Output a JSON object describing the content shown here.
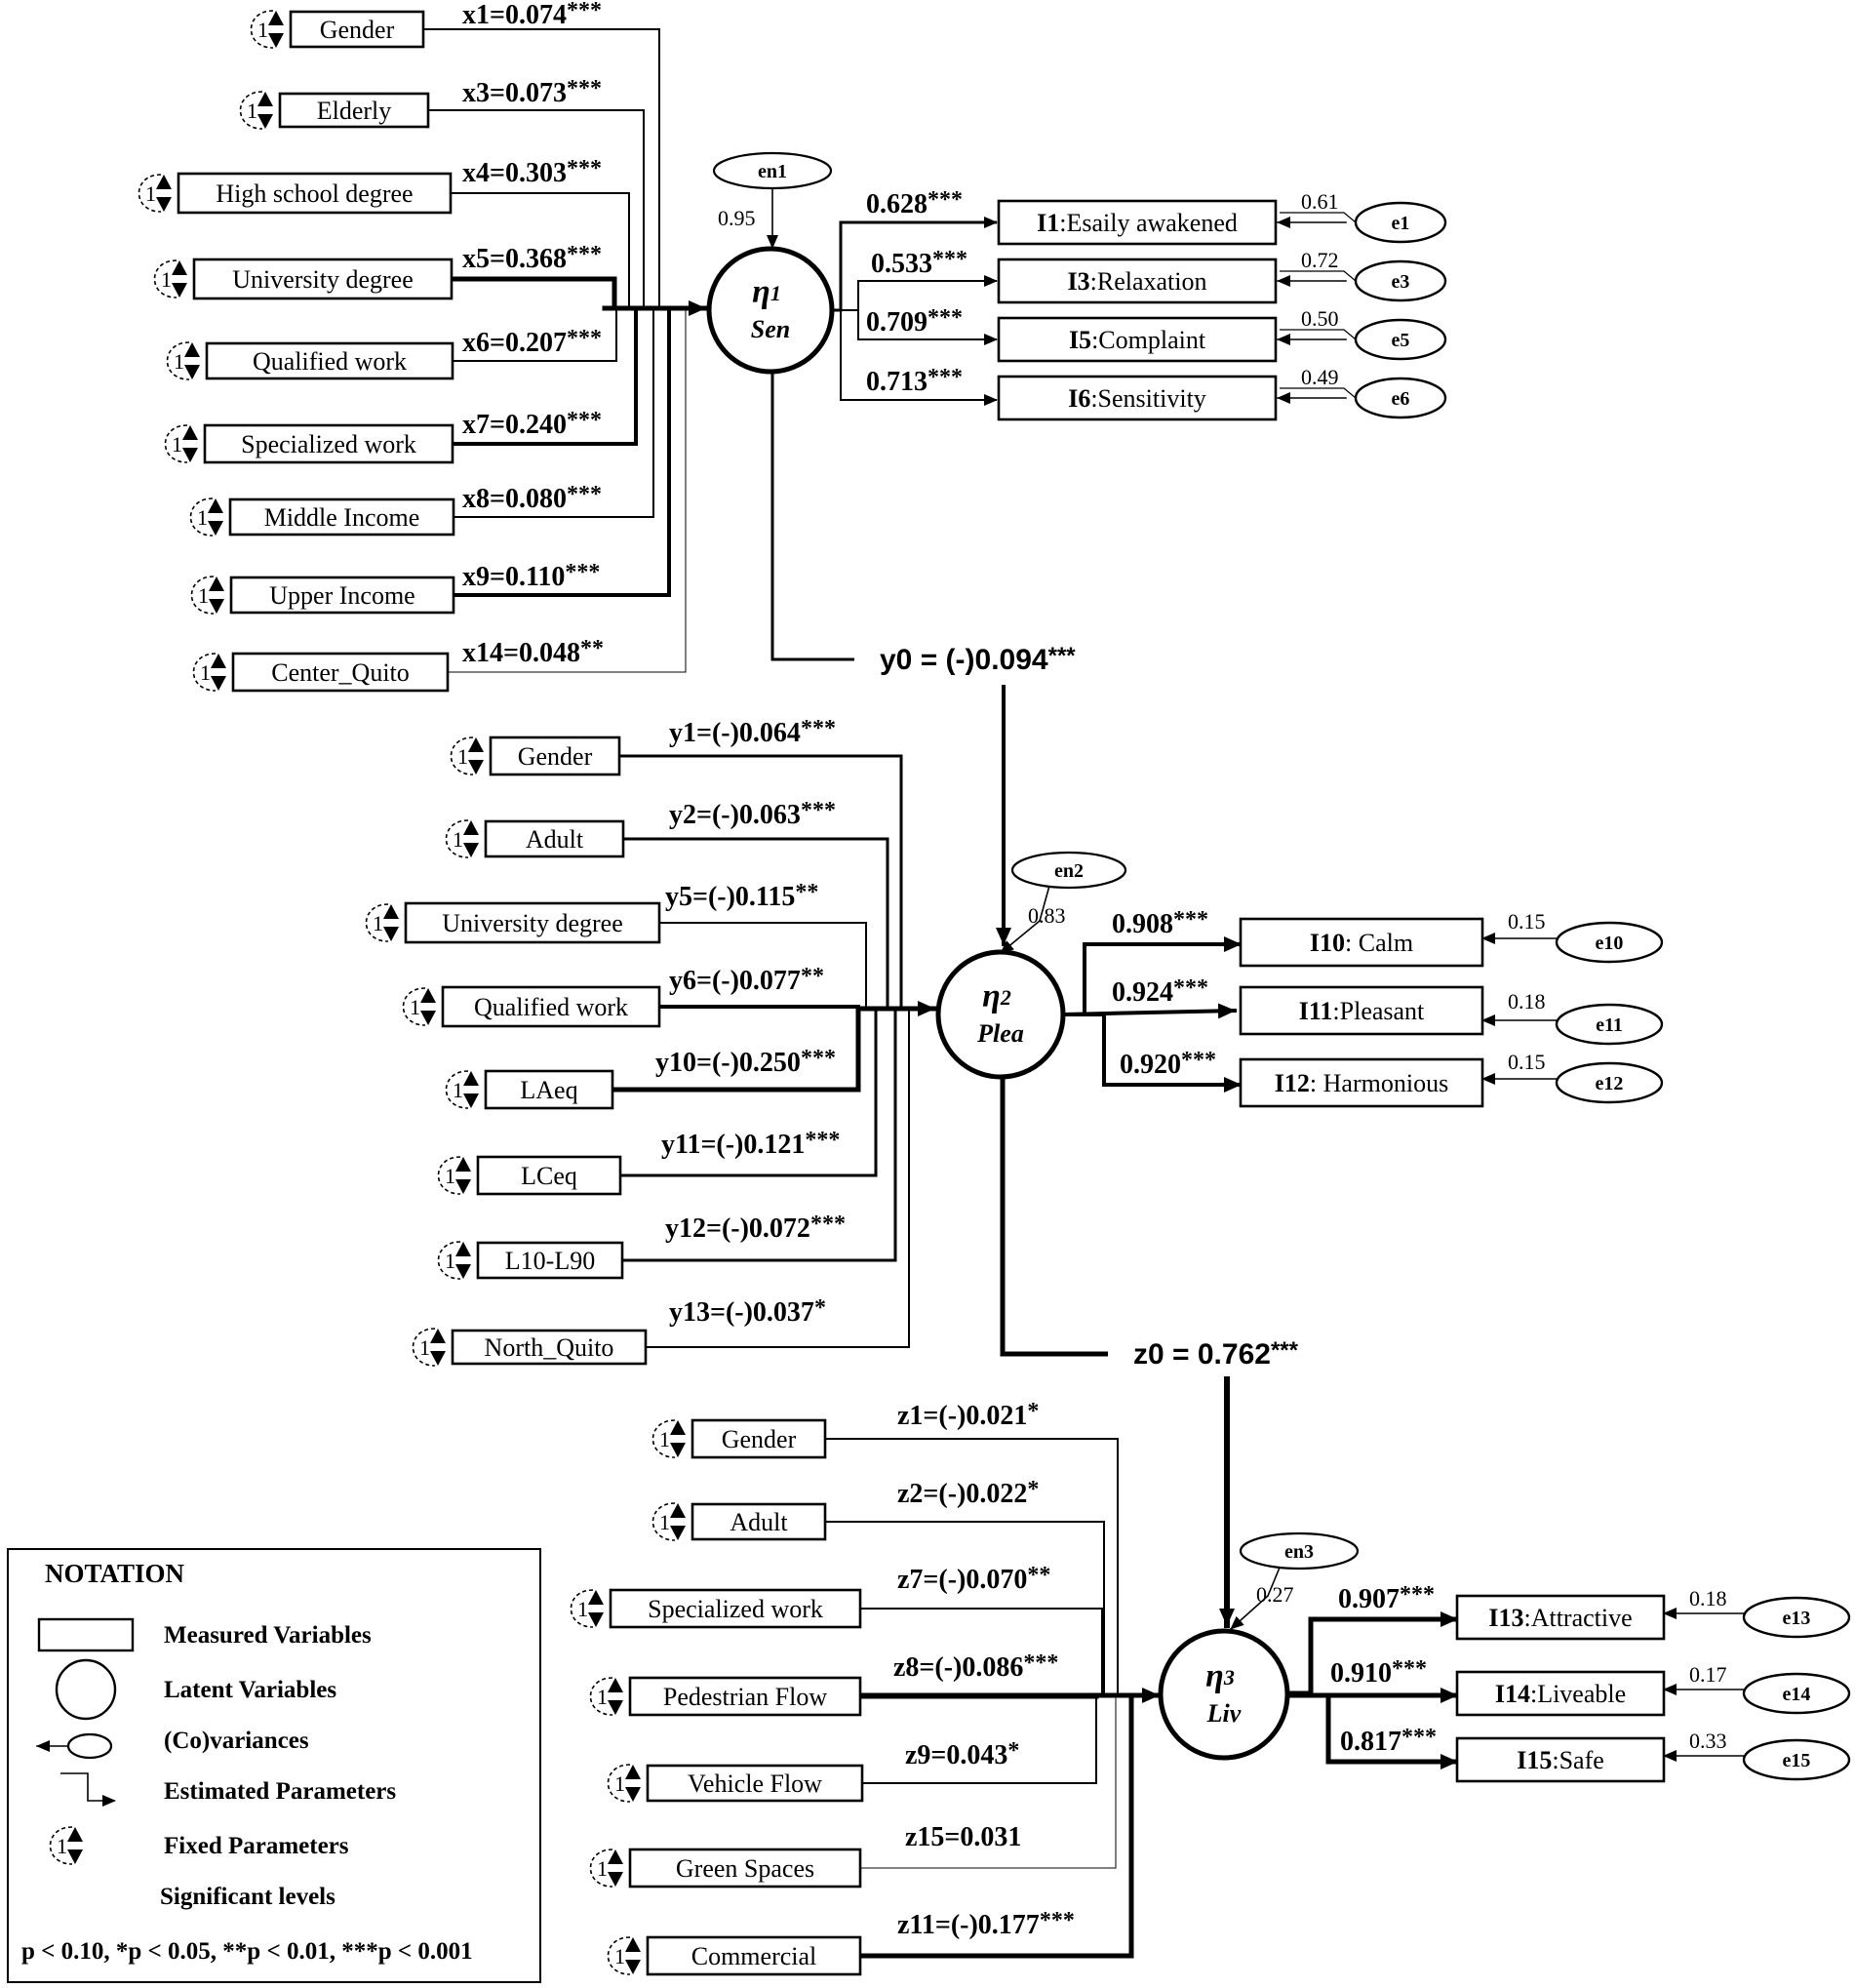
{
  "latents": [
    {
      "id": "eta1",
      "symbol": "η",
      "sub": "1",
      "label": "Sen",
      "disturbance": "en1",
      "disturbance_var": "0.95"
    },
    {
      "id": "eta2",
      "symbol": "η",
      "sub": "2",
      "label": "Plea",
      "disturbance": "en2",
      "disturbance_var": "0.83"
    },
    {
      "id": "eta3",
      "symbol": "η",
      "sub": "3",
      "label": "Liv",
      "disturbance": "en3",
      "disturbance_var": "0.27"
    }
  ],
  "fixed_value": "1",
  "sen_predictors": [
    {
      "label": "Gender",
      "coef": "x1=0.074",
      "stars": "***"
    },
    {
      "label": "Elderly",
      "coef": "x3=0.073",
      "stars": "***"
    },
    {
      "label": "High school degree",
      "coef": "x4=0.303",
      "stars": "***"
    },
    {
      "label": "University degree",
      "coef": "x5=0.368",
      "stars": "***"
    },
    {
      "label": "Qualified work",
      "coef": "x6=0.207",
      "stars": "***"
    },
    {
      "label": "Specialized work",
      "coef": "x7=0.240",
      "stars": "***"
    },
    {
      "label": "Middle Income",
      "coef": "x8=0.080",
      "stars": "***"
    },
    {
      "label": "Upper Income",
      "coef": "x9=0.110",
      "stars": "***"
    },
    {
      "label": "Center_Quito",
      "coef": "x14=0.048",
      "stars": "**"
    }
  ],
  "sen_indicators": [
    {
      "code": "I1",
      "name": ":Esaily awakened",
      "loading": "0.628",
      "stars": "***",
      "err": "e1",
      "err_var": "0.61"
    },
    {
      "code": "I3",
      "name": ":Relaxation",
      "loading": "0.533",
      "stars": "***",
      "err": "e3",
      "err_var": "0.72"
    },
    {
      "code": "I5",
      "name": ":Complaint",
      "loading": "0.709",
      "stars": "***",
      "err": "e5",
      "err_var": "0.50"
    },
    {
      "code": "I6",
      "name": ":Sensitivity",
      "loading": "0.713",
      "stars": "***",
      "err": "e6",
      "err_var": "0.49"
    }
  ],
  "path_y0": {
    "text": "y0 = (-)0.094",
    "stars": "***"
  },
  "plea_predictors": [
    {
      "label": "Gender",
      "coef": "y1=(-)0.064",
      "stars": "***"
    },
    {
      "label": "Adult",
      "coef": "y2=(-)0.063",
      "stars": "***"
    },
    {
      "label": "University degree",
      "coef": "y5=(-)0.115",
      "stars": "**"
    },
    {
      "label": "Qualified work",
      "coef": "y6=(-)0.077",
      "stars": "**"
    },
    {
      "label": "LAeq",
      "coef": "y10=(-)0.250",
      "stars": "***"
    },
    {
      "label": "LCeq",
      "coef": "y11=(-)0.121",
      "stars": "***"
    },
    {
      "label": "L10-L90",
      "coef": "y12=(-)0.072",
      "stars": "***"
    },
    {
      "label": "North_Quito",
      "coef": "y13=(-)0.037",
      "stars": "*"
    }
  ],
  "plea_indicators": [
    {
      "code": "I10",
      "name": ": Calm",
      "loading": "0.908",
      "stars": "***",
      "err": "e10",
      "err_var": "0.15"
    },
    {
      "code": "I11",
      "name": ":Pleasant",
      "loading": "0.924",
      "stars": "***",
      "err": "e11",
      "err_var": "0.18"
    },
    {
      "code": "I12",
      "name": ": Harmonious",
      "loading": "0.920",
      "stars": "***",
      "err": "e12",
      "err_var": "0.15"
    }
  ],
  "path_z0": {
    "text": "z0 = 0.762",
    "stars": "***"
  },
  "liv_predictors": [
    {
      "label": "Gender",
      "coef": "z1=(-)0.021",
      "stars": "*"
    },
    {
      "label": "Adult",
      "coef": "z2=(-)0.022",
      "stars": "*"
    },
    {
      "label": "Specialized work",
      "coef": "z7=(-)0.070",
      "stars": "**"
    },
    {
      "label": "Pedestrian Flow",
      "coef": "z8=(-)0.086",
      "stars": "***"
    },
    {
      "label": "Vehicle Flow",
      "coef": "z9=0.043",
      "stars": "*"
    },
    {
      "label": "Green Spaces",
      "coef": "z15=0.031",
      "stars": ""
    },
    {
      "label": "Commercial",
      "coef": "z11=(-)0.177",
      "stars": "***"
    }
  ],
  "liv_indicators": [
    {
      "code": "I13",
      "name": ":Attractive",
      "loading": "0.907",
      "stars": "***",
      "err": "e13",
      "err_var": "0.18"
    },
    {
      "code": "I14",
      "name": ":Liveable",
      "loading": "0.910",
      "stars": "***",
      "err": "e14",
      "err_var": "0.17"
    },
    {
      "code": "I15",
      "name": ":Safe",
      "loading": "0.817",
      "stars": "***",
      "err": "e15",
      "err_var": "0.33"
    }
  ],
  "notation": {
    "title": "NOTATION",
    "items": [
      "Measured Variables",
      "Latent Variables",
      "(Co)variances",
      "Estimated Parameters",
      "Fixed Parameters"
    ],
    "sig_title": "Significant levels",
    "sig_text": "p < 0.10, *p < 0.05, **p < 0.01, ***p < 0.001"
  }
}
